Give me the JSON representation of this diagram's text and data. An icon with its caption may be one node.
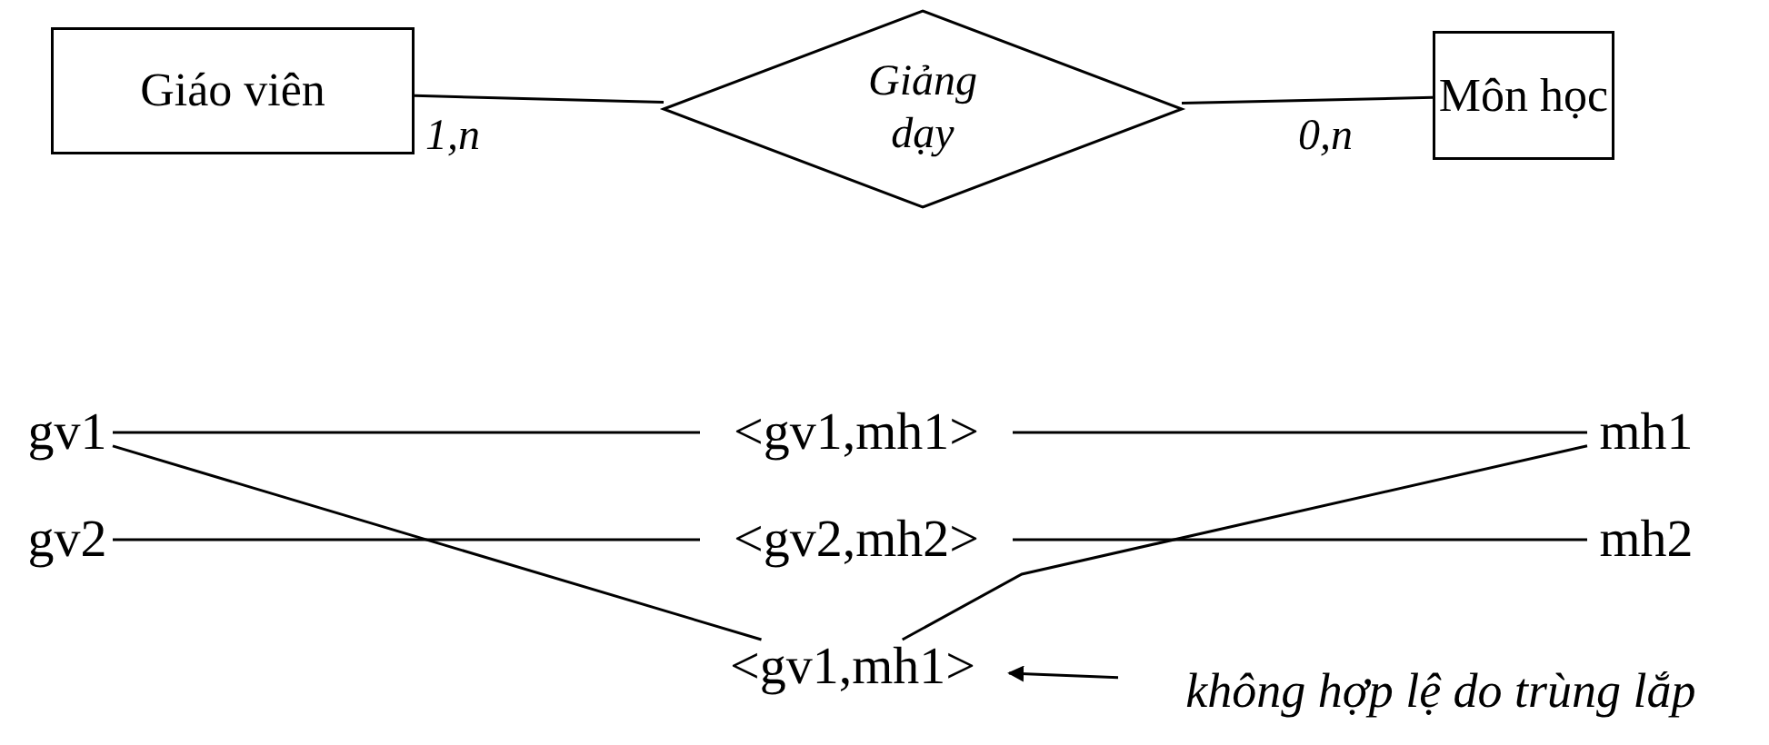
{
  "diagram": {
    "nodes": [
      {
        "text": [
          "Giáo viên"
        ]
      },
      {
        "text": [
          "Giảng dạy"
        ]
      },
      {
        "text": [
          "Môn học"
        ]
      },
      {
        "text": [
          "gv1"
        ]
      },
      {
        "text": [
          "gv2"
        ]
      },
      {
        "text": [
          "<gv1,mh1>"
        ]
      },
      {
        "text": [
          "<gv2,mh2>"
        ]
      },
      {
        "text": [
          "mh1"
        ]
      },
      {
        "text": [
          "mh2"
        ]
      },
      {
        "text": [
          "<gv1,mh1>"
        ]
      },
      {
        "text": [
          "không hợp lệ do trùng lắp"
        ]
      }
    ],
    "edges": [
      {
        "from": 0,
        "to": 1,
        "arrow": "none",
        "label": "1,n"
      },
      {
        "from": 1,
        "to": 2,
        "arrow": "none",
        "label": "0,n"
      },
      {
        "from": 3,
        "to": 5,
        "arrow": "none"
      },
      {
        "from": 5,
        "to": 7,
        "arrow": "none"
      },
      {
        "from": 3,
        "to": 9,
        "arrow": "none"
      },
      {
        "from": 7,
        "to": 9,
        "arrow": "none"
      },
      {
        "from": 4,
        "to": 6,
        "arrow": "none"
      },
      {
        "from": 6,
        "to": 8,
        "arrow": "none"
      },
      {
        "from": 10,
        "to": 9,
        "arrow": "to"
      }
    ]
  }
}
